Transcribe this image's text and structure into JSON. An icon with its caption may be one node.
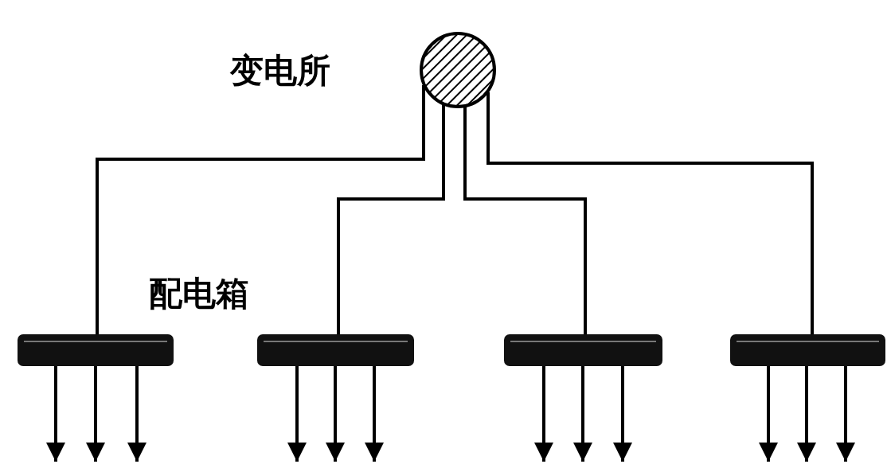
{
  "diagram": {
    "nodes": [
      {
        "text": [
          "变电所"
        ]
      },
      {
        "text": [],
        "shape": "bar"
      },
      {
        "text": [],
        "shape": "bar"
      },
      {
        "text": [],
        "shape": "bar"
      },
      {
        "text": [],
        "shape": "bar"
      }
    ],
    "edges": [
      {
        "from": 0,
        "to": 1,
        "arrow": "none"
      },
      {
        "from": 0,
        "to": 2,
        "arrow": "none"
      },
      {
        "from": 0,
        "to": 3,
        "arrow": "none"
      },
      {
        "from": 0,
        "to": 4,
        "arrow": "none"
      },
      {
        "from": 1,
        "to": null,
        "arrow": "to"
      },
      {
        "from": 1,
        "to": null,
        "arrow": "to"
      },
      {
        "from": 1,
        "to": null,
        "arrow": "to"
      },
      {
        "from": 2,
        "to": null,
        "arrow": "to"
      },
      {
        "from": 2,
        "to": null,
        "arrow": "to"
      },
      {
        "from": 2,
        "to": null,
        "arrow": "to"
      },
      {
        "from": 3,
        "to": null,
        "arrow": "to"
      },
      {
        "from": 3,
        "to": null,
        "arrow": "to"
      },
      {
        "from": 3,
        "to": null,
        "arrow": "to"
      },
      {
        "from": 4,
        "to": null,
        "arrow": "to"
      },
      {
        "from": 4,
        "to": null,
        "arrow": "to"
      },
      {
        "from": 4,
        "to": null,
        "arrow": "to"
      }
    ],
    "labels": [
      "配电箱"
    ]
  }
}
